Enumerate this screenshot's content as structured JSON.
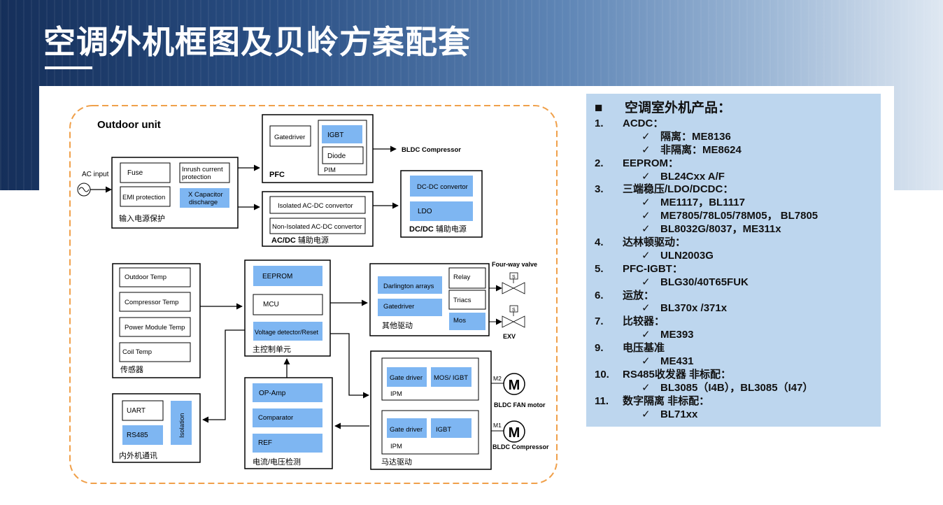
{
  "title": "空调外机框图及贝岭方案配套",
  "diagram": {
    "outdoor_unit_label": "Outdoor unit",
    "ac_input_label": "AC input",
    "input_protection": {
      "fuse": "Fuse",
      "inrush_line1": "Inrush current",
      "inrush_line2": "protection",
      "emi": "EMI protection",
      "xcap_line1": "X Capacitor",
      "xcap_line2": "discharge",
      "caption": "输入电源保护"
    },
    "pfc": {
      "gatedriver": "Gatedriver",
      "igbt": "IGBT",
      "diode": "Diode",
      "pim": "PIM",
      "caption": "PFC"
    },
    "bldc_compressor_out": "BLDC Compressor",
    "acdc": {
      "isolated": "Isolated AC-DC convertor",
      "non_isolated": "Non-Isolated AC-DC convertor",
      "caption_bold": "AC/DC",
      "caption_rest": " 辅助电源"
    },
    "dcdc": {
      "dcdc_convertor": "DC-DC convertor",
      "ldo": "LDO",
      "caption_bold": "DC/DC",
      "caption_rest": " 辅助电源"
    },
    "sensors": {
      "items": [
        "Outdoor Temp",
        "Compressor Temp",
        "Power Module Temp",
        "Coil Temp"
      ],
      "caption": "传感器"
    },
    "mcu_unit": {
      "eeprom": "EEPROM",
      "mcu": "MCU",
      "vdet": "Voltage detector/Reset",
      "caption": "主控制单元"
    },
    "other_drive": {
      "darlington": "Darlington arrays",
      "gatedriver": "Gatedriver",
      "relay": "Relay",
      "triacs": "Triacs",
      "mos": "Mos",
      "caption": "其他驱动"
    },
    "four_way_valve": "Four-way valve",
    "exv": "EXV",
    "valve_s": "S",
    "comm": {
      "uart": "UART",
      "rs485": "RS485",
      "isolation": "Isolation",
      "caption": "内外机通讯"
    },
    "sensing": {
      "opamp": "OP-Amp",
      "comparator": "Comparator",
      "ref": "REF",
      "caption": "电流/电压检测"
    },
    "motor_drive": {
      "ipm1_gate": "Gate driver",
      "ipm1_mos": "MOS/ IGBT",
      "ipm1_label": "IPM",
      "ipm2_gate": "Gate driver",
      "ipm2_igbt": "IGBT",
      "ipm2_label": "IPM",
      "caption": "马达驱动"
    },
    "m2": "M2",
    "m1": "M1",
    "motor_symbol": "M",
    "fan_motor": "BLDC FAN motor",
    "compressor_motor": "BLDC Compressor"
  },
  "info": {
    "bullet": "■",
    "heading": "空调室外机产品：",
    "check": "✓",
    "items": [
      {
        "num": "1.",
        "label": "ACDC：",
        "subs": [
          "隔离：ME8136",
          "非隔离：ME8624"
        ]
      },
      {
        "num": "2.",
        "label": "EEPROM：",
        "subs": [
          "BL24Cxx A/F"
        ]
      },
      {
        "num": "3.",
        "label": "三端稳压/LDO/DCDC：",
        "subs": [
          "ME1117，BL1117",
          "ME7805/78L05/78M05， BL7805",
          "BL8032G/8037，ME311x"
        ]
      },
      {
        "num": "4.",
        "label": "达林顿驱动：",
        "subs": [
          "ULN2003G"
        ]
      },
      {
        "num": "5.",
        "label": "PFC-IGBT：",
        "subs": [
          "BLG30/40T65FUK"
        ]
      },
      {
        "num": "6.",
        "label": "运放：",
        "subs": [
          "BL370x /371x"
        ]
      },
      {
        "num": "7.",
        "label": "比较器：",
        "subs": [
          "ME393"
        ]
      },
      {
        "num": "9.",
        "label": "电压基准",
        "subs": [
          "ME431"
        ]
      },
      {
        "num": "10.",
        "label": "RS485收发器 非标配：",
        "subs": [
          "BL3085（I4B），BL3085（I47）"
        ]
      },
      {
        "num": "11.",
        "label": "数字隔离 非标配：",
        "subs": [
          "BL71xx"
        ]
      }
    ]
  }
}
